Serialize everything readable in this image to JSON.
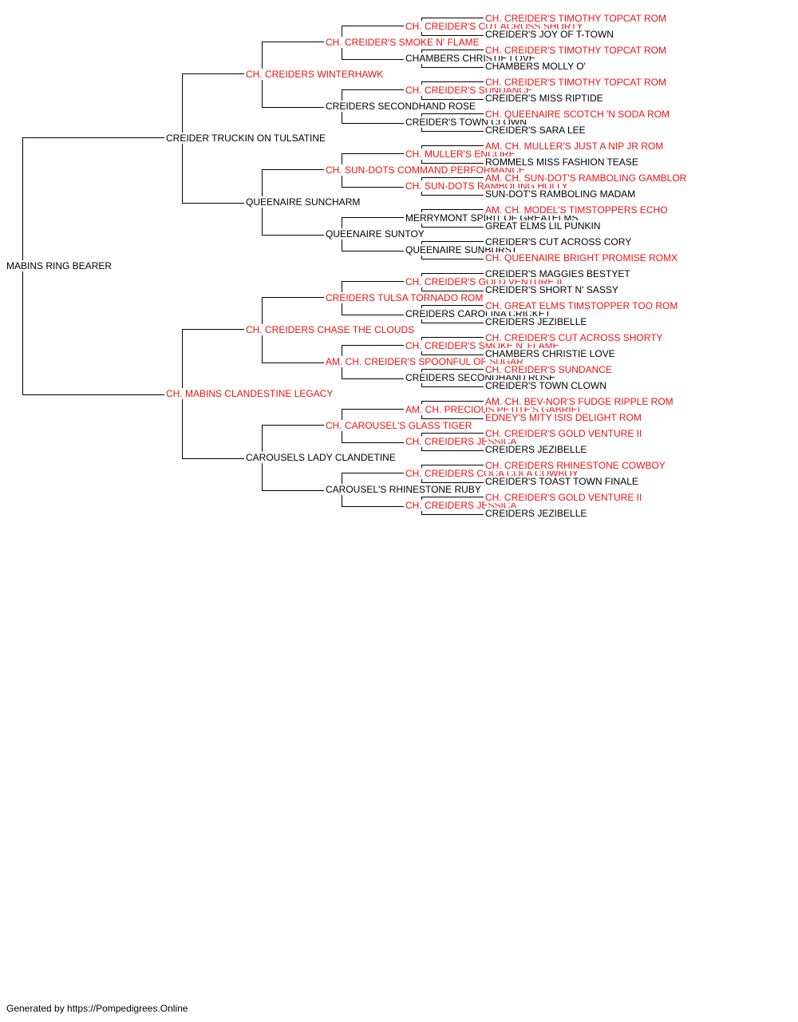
{
  "colors": {
    "champion": "#ee1111",
    "regular": "#000000",
    "line": "#000000"
  },
  "pedigree": {
    "name": "MABINS RING BEARER",
    "champion": false,
    "sire": {
      "name": "CREIDER TRUCKIN ON TULSATINE",
      "champion": false,
      "sire": {
        "name": "CH. CREIDERS WINTERHAWK",
        "champion": true,
        "sire": {
          "name": "CH. CREIDER'S SMOKE N' FLAME",
          "champion": true,
          "sire": {
            "name": "CH. CREIDER'S CUT ACROSS SHORTY",
            "champion": true,
            "sire": {
              "name": "CH. CREIDER'S TIMOTHY TOPCAT ROM",
              "champion": true
            },
            "dam": {
              "name": "CREIDER'S JOY OF T-TOWN",
              "champion": false
            }
          },
          "dam": {
            "name": "CHAMBERS CHRISTIE LOVE",
            "champion": false,
            "sire": {
              "name": "CH. CREIDER'S TIMOTHY TOPCAT ROM",
              "champion": true
            },
            "dam": {
              "name": "CHAMBERS MOLLY O'",
              "champion": false
            }
          }
        },
        "dam": {
          "name": "CREIDERS SECONDHAND ROSE",
          "champion": false,
          "sire": {
            "name": "CH. CREIDER'S SUNDANCE",
            "champion": true,
            "sire": {
              "name": "CH. CREIDER'S TIMOTHY TOPCAT ROM",
              "champion": true
            },
            "dam": {
              "name": "CREIDER'S MISS RIPTIDE",
              "champion": false
            }
          },
          "dam": {
            "name": "CREIDER'S TOWN CLOWN",
            "champion": false,
            "sire": {
              "name": "CH. QUEENAIRE SCOTCH 'N SODA ROM",
              "champion": true
            },
            "dam": {
              "name": "CREIDER'S SARA LEE",
              "champion": false
            }
          }
        }
      },
      "dam": {
        "name": "QUEENAIRE SUNCHARM",
        "champion": false,
        "sire": {
          "name": "CH. SUN-DOTS COMMAND PERFORMANCE",
          "champion": true,
          "sire": {
            "name": "CH. MULLER'S ENCORE",
            "champion": true,
            "sire": {
              "name": "AM. CH. MULLER'S JUST A NIP JR ROM",
              "champion": true
            },
            "dam": {
              "name": "ROMMELS MISS FASHION TEASE",
              "champion": false
            }
          },
          "dam": {
            "name": "CH. SUN-DOTS RAMBOLING HOLLY",
            "champion": true,
            "sire": {
              "name": "AM. CH. SUN-DOT'S RAMBOLING GAMBLOR",
              "champion": true
            },
            "dam": {
              "name": "SUN-DOT'S RAMBOLING MADAM",
              "champion": false
            }
          }
        },
        "dam": {
          "name": "QUEENAIRE SUNTOY",
          "champion": false,
          "sire": {
            "name": "MERRYMONT SPIRIT OF GREATELMS",
            "champion": false,
            "sire": {
              "name": "AM. CH. MODEL'S TIMSTOPPERS ECHO",
              "champion": true
            },
            "dam": {
              "name": "GREAT ELMS LIL PUNKIN",
              "champion": false
            }
          },
          "dam": {
            "name": "QUEENAIRE SUNBURST",
            "champion": false,
            "sire": {
              "name": "CREIDER'S CUT ACROSS CORY",
              "champion": false
            },
            "dam": {
              "name": "CH. QUEENAIRE BRIGHT PROMISE ROMX",
              "champion": true
            }
          }
        }
      }
    },
    "dam": {
      "name": "CH. MABINS CLANDESTINE LEGACY",
      "champion": true,
      "sire": {
        "name": "CH. CREIDERS CHASE THE CLOUDS",
        "champion": true,
        "sire": {
          "name": "CREIDERS TULSA TORNADO ROM",
          "champion": true,
          "sire": {
            "name": "CH. CREIDER'S GOLD VENTURE II",
            "champion": true,
            "sire": {
              "name": "CREIDER'S MAGGIES BESTYET",
              "champion": false
            },
            "dam": {
              "name": "CREIDER'S SHORT N' SASSY",
              "champion": false
            }
          },
          "dam": {
            "name": "CREIDERS CAROLINA CRICKET",
            "champion": false,
            "sire": {
              "name": "CH. GREAT ELMS TIMSTOPPER TOO ROM",
              "champion": true
            },
            "dam": {
              "name": "CREIDERS JEZIBELLE",
              "champion": false
            }
          }
        },
        "dam": {
          "name": "AM. CH. CREIDER'S SPOONFUL OF SUGAR",
          "champion": true,
          "sire": {
            "name": "CH. CREIDER'S SMOKE N' FLAME",
            "champion": true,
            "sire": {
              "name": "CH. CREIDER'S CUT ACROSS SHORTY",
              "champion": true
            },
            "dam": {
              "name": "CHAMBERS CHRISTIE LOVE",
              "champion": false
            }
          },
          "dam": {
            "name": "CREIDERS SECONDHAND ROSE",
            "champion": false,
            "sire": {
              "name": "CH. CREIDER'S SUNDANCE",
              "champion": true
            },
            "dam": {
              "name": "CREIDER'S TOWN CLOWN",
              "champion": false
            }
          }
        }
      },
      "dam": {
        "name": "CAROUSELS LADY CLANDETINE",
        "champion": false,
        "sire": {
          "name": "CH. CAROUSEL'S GLASS TIGER",
          "champion": true,
          "sire": {
            "name": "AM. CH. PRECIOUS PETITE'S GABRIEL",
            "champion": true,
            "sire": {
              "name": "AM. CH. BEV-NOR'S FUDGE RIPPLE ROM",
              "champion": true
            },
            "dam": {
              "name": "EDNEY'S MITY ISIS DELIGHT ROM",
              "champion": true
            }
          },
          "dam": {
            "name": "CH. CREIDERS JESSICA",
            "champion": true,
            "sire": {
              "name": "CH. CREIDER'S GOLD VENTURE II",
              "champion": true
            },
            "dam": {
              "name": "CREIDERS JEZIBELLE",
              "champion": false
            }
          }
        },
        "dam": {
          "name": "CAROUSEL'S RHINESTONE RUBY",
          "champion": false,
          "sire": {
            "name": "CH. CREIDERS COCA COLA COWBOY",
            "champion": true,
            "sire": {
              "name": "CH. CREIDERS RHINESTONE COWBOY",
              "champion": true
            },
            "dam": {
              "name": "CREIDER'S TOAST TOWN FINALE",
              "champion": false
            }
          },
          "dam": {
            "name": "CH. CREIDERS JESSICA",
            "champion": true,
            "sire": {
              "name": "CH. CREIDER'S GOLD VENTURE II",
              "champion": true
            },
            "dam": {
              "name": "CREIDERS JEZIBELLE",
              "champion": false
            }
          }
        }
      }
    }
  },
  "footer": "Generated by https://Pompedigrees.Online"
}
